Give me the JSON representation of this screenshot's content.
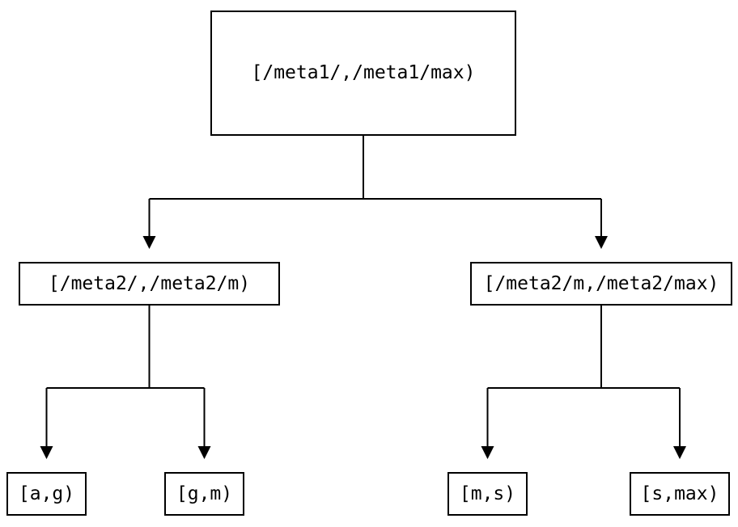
{
  "diagram": {
    "type": "tree",
    "root": {
      "label": "[/meta1/,/meta1/max)"
    },
    "children": [
      {
        "label": "[/meta2/,/meta2/m)",
        "children": [
          {
            "label": "[a,g)"
          },
          {
            "label": "[g,m)"
          }
        ]
      },
      {
        "label": "[/meta2/m,/meta2/max)",
        "children": [
          {
            "label": "[m,s)"
          },
          {
            "label": "[s,max)"
          }
        ]
      }
    ],
    "colors": {
      "line": "#000000",
      "box_border": "#000000",
      "box_fill": "#ffffff",
      "text": "#000000",
      "background": "#ffffff"
    }
  }
}
